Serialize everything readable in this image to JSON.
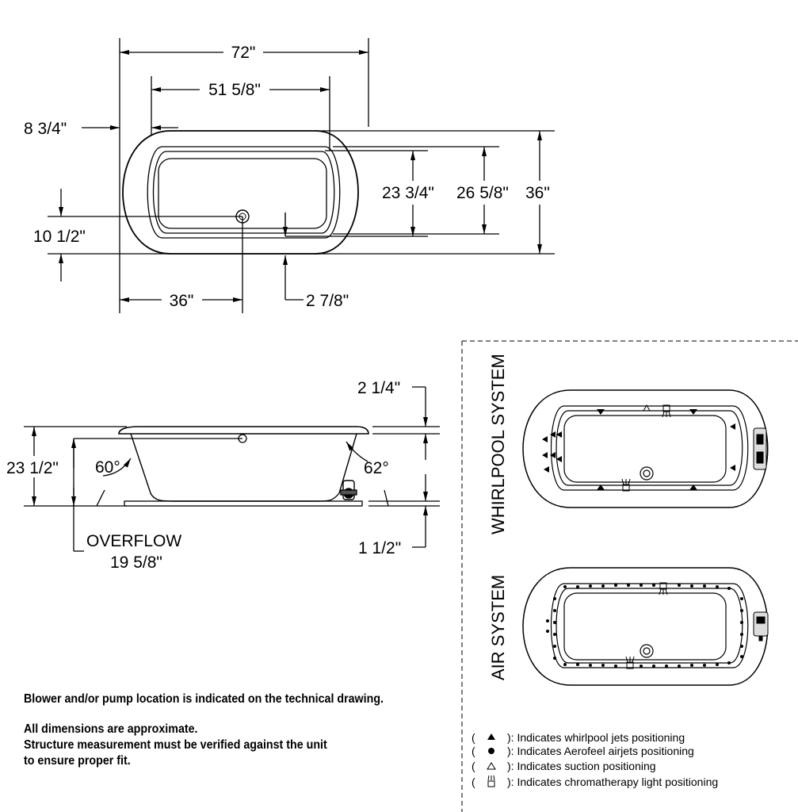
{
  "plan_view": {
    "overall_length": "72\"",
    "inner_length": "51 5/8\"",
    "rim_offset": "8 3/4\"",
    "inner_width": "23 3/4\"",
    "basin_width": "26 5/8\"",
    "overall_width": "36\"",
    "drain_offset_y": "10 1/2\"",
    "drain_offset_x": "36\"",
    "overflow_offset": "2 7/8\""
  },
  "side_view": {
    "rim_thickness": "2 1/4\"",
    "overall_height": "23 1/2\"",
    "left_angle": "60°",
    "right_angle": "62°",
    "base_height": "1 1/2\"",
    "overflow_label": "OVERFLOW",
    "overflow_height": "19 5/8\""
  },
  "systems": {
    "whirlpool_title": "WHIRLPOOL SYSTEM",
    "air_title": "AIR SYSTEM"
  },
  "notes": {
    "blower": "Blower and/or pump location is indicated on the technical drawing.",
    "approx_line1": "All dimensions are approximate.",
    "approx_line2": "Structure measurement must be verified against the unit",
    "approx_line3": "to ensure proper fit."
  },
  "legend": {
    "jets": "): Indicates whirlpool jets positioning",
    "airjets": "): Indicates Aerofeel airjets positioning",
    "suction": "): Indicates suction positioning",
    "light": "): Indicates chromatherapy light positioning"
  }
}
